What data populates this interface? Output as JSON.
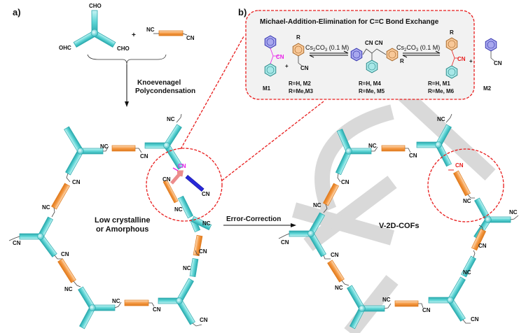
{
  "panel_a": {
    "label": "a)",
    "monomer1": {
      "groups": [
        "CHO",
        "OHC",
        "CHO"
      ]
    },
    "plus": "+",
    "monomer2": {
      "left": "NC",
      "right": "CN"
    },
    "reaction_label_line1": "Knoevenagel",
    "reaction_label_line2": "Polycondensation",
    "network_label_line1": "Low crystalline",
    "network_label_line2": "or Amorphous",
    "highlight_cn": "CN",
    "error_correction": "Error-Correction",
    "product_label": "V-2D-COFs",
    "nc": "NC",
    "cn": "CN"
  },
  "panel_b": {
    "label": "b)",
    "title": "Michael-Addition-Elimination for C=C Bond Exchange",
    "plus": "+",
    "reagent": "Cs2CO3 (0.1 M)",
    "reagent_base": "Cs",
    "reagent_sub": "2",
    "reagent_mid": "CO",
    "reagent_sub2": "3",
    "reagent_tail": " (0.1 M)",
    "r": "R",
    "cn": "CN",
    "compounds": [
      {
        "name": "M1",
        "lines": [
          "M1"
        ]
      },
      {
        "name": "M2/M3",
        "lines": [
          "R=H,  M2",
          "R=Me,M3"
        ]
      },
      {
        "name": "M4/M5",
        "lines": [
          "R=H,   M4",
          "R=Me, M5"
        ]
      },
      {
        "name": "M1/M6",
        "lines": [
          "R=H,   M1",
          "R=Me, M6"
        ]
      },
      {
        "name": "M2",
        "lines": [
          "M2"
        ]
      }
    ]
  },
  "colors": {
    "cyan": "#5cd6d6",
    "cyan_dark": "#2aa9ad",
    "orange": "#f59a45",
    "orange_dark": "#e07a1c",
    "blue": "#2828d8",
    "red_dash": "#e81c1c",
    "magenta": "#e81ce8",
    "panel_bg": "#f2f2f2",
    "watermark": "#d4d4d4"
  }
}
